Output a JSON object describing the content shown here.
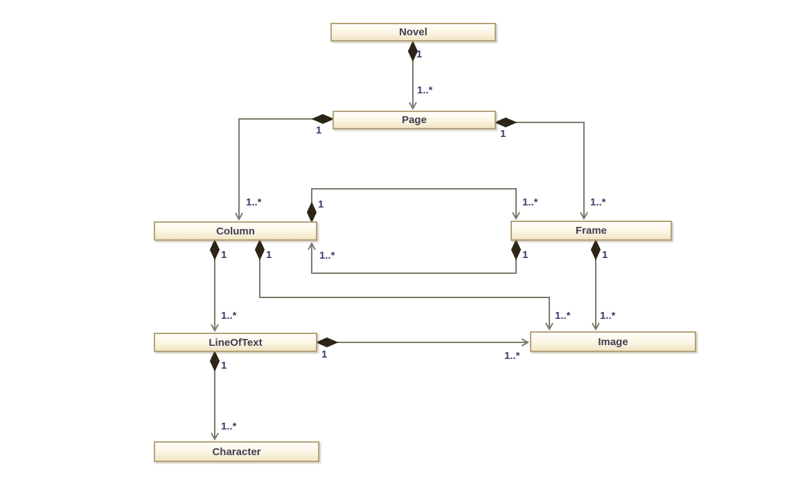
{
  "diagram": {
    "type": "uml-class-diagram",
    "classes": [
      {
        "id": "novel",
        "name": "Novel"
      },
      {
        "id": "page",
        "name": "Page"
      },
      {
        "id": "column",
        "name": "Column"
      },
      {
        "id": "frame",
        "name": "Frame"
      },
      {
        "id": "lineoftext",
        "name": "LineOfText"
      },
      {
        "id": "image",
        "name": "Image"
      },
      {
        "id": "character",
        "name": "Character"
      }
    ],
    "associations": [
      {
        "from": "Novel",
        "to": "Page",
        "kind": "aggregation",
        "from_mult": "1",
        "to_mult": "1..*"
      },
      {
        "from": "Page",
        "to": "Column",
        "kind": "aggregation",
        "from_mult": "1",
        "to_mult": "1..*"
      },
      {
        "from": "Page",
        "to": "Frame",
        "kind": "aggregation",
        "from_mult": "1",
        "to_mult": "1..*"
      },
      {
        "from": "Column",
        "to": "Frame",
        "kind": "aggregation",
        "from_mult": "1",
        "to_mult": "1..*"
      },
      {
        "from": "Frame",
        "to": "Column",
        "kind": "aggregation",
        "from_mult": "1",
        "to_mult": "1..*"
      },
      {
        "from": "Column",
        "to": "LineOfText",
        "kind": "aggregation",
        "from_mult": "1",
        "to_mult": "1..*"
      },
      {
        "from": "Column",
        "to": "Image",
        "kind": "aggregation",
        "from_mult": "1",
        "to_mult": "1..*"
      },
      {
        "from": "Frame",
        "to": "Image",
        "kind": "aggregation",
        "from_mult": "1",
        "to_mult": "1..*"
      },
      {
        "from": "LineOfText",
        "to": "Image",
        "kind": "aggregation",
        "from_mult": "1",
        "to_mult": "1..*"
      },
      {
        "from": "LineOfText",
        "to": "Character",
        "kind": "aggregation",
        "from_mult": "1",
        "to_mult": "1..*"
      }
    ],
    "colors": {
      "background": "#ffffff",
      "node_fill_top": "#fffefa",
      "node_fill_bottom": "#f0e4c3",
      "node_border": "#b3a277",
      "node_text": "#3e3e52",
      "edge_line": "#7b776a",
      "aggregation_diamond": "#2d2517",
      "multiplicity_text": "#3c3c6b"
    }
  }
}
